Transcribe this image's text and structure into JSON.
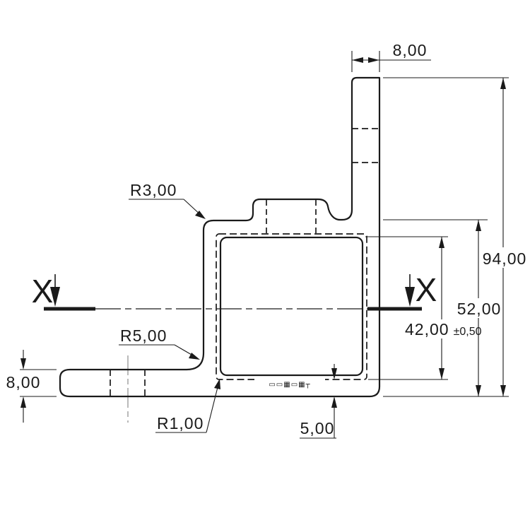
{
  "drawing": {
    "type": "engineering-section-drawing",
    "background": "#ffffff",
    "line_color": "#1a1a1a",
    "centerline_color": "#a8a8a8",
    "dimensions": {
      "top_arm_width": "8,00",
      "overall_height": "94,00",
      "body_height": "52,00",
      "hole_height": "42,00",
      "hole_height_tolerance": "±0,50",
      "bottom_wall_thickness": "5,00",
      "left_arm_thickness": "8,00"
    },
    "radii": {
      "top_corner": "R3,00",
      "inner_fillet": "R5,00",
      "hole_corner": "R1,00"
    },
    "section": {
      "left_label": "X",
      "right_label": "X"
    },
    "engraved_marking": "▭▭▦▭▦┬"
  }
}
